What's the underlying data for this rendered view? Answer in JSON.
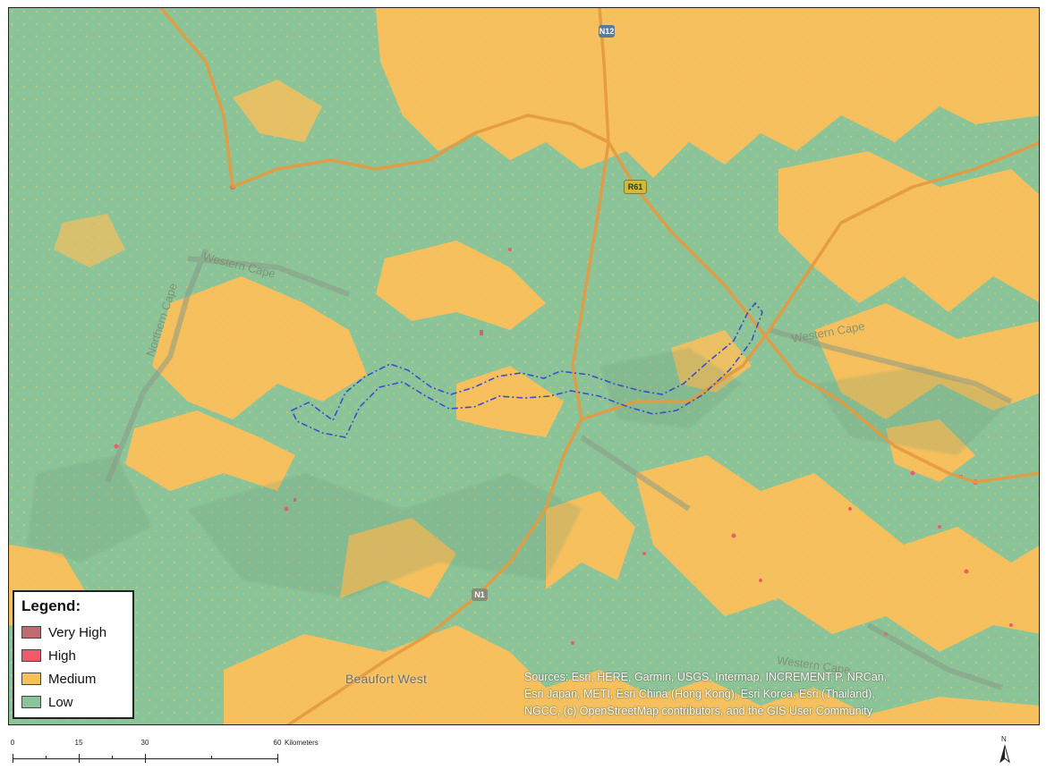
{
  "colors": {
    "low": "#8cc49a",
    "medium": "#f7c05d",
    "high": "#f05a6b",
    "very_high": "#c06b6e",
    "road": "#e59a3f",
    "route_line": "#3a4ec9",
    "border": "#8a9a86"
  },
  "legend": {
    "title": "Legend:",
    "items": [
      {
        "label": "Very High",
        "color": "#c06b6e"
      },
      {
        "label": "High",
        "color": "#f05a6b"
      },
      {
        "label": "Medium",
        "color": "#f7c05d"
      },
      {
        "label": "Low",
        "color": "#8cc49a"
      }
    ]
  },
  "places": {
    "beaufort_west": "Beaufort West",
    "western_cape_1": "Western Cape",
    "western_cape_2": "Western Cape",
    "northern_cape": "Northern Cape",
    "western_cape_3": "Western Cape"
  },
  "shields": {
    "n1": "N1",
    "r61": "R61",
    "top": "N12"
  },
  "attribution": {
    "line1": "Sources: Esri, HERE, Garmin, USGS, Intermap, INCREMENT P, NRCan,",
    "line2": "Esri Japan, METI, Esri China (Hong Kong), Esri Korea, Esri (Thailand),",
    "line3": "NGCC, (c) OpenStreetMap contributors, and the GIS User Community"
  },
  "scalebar": {
    "ticks": [
      "0",
      "15",
      "30",
      "60"
    ],
    "units": "Kilometers"
  },
  "north_arrow": {
    "label": "N",
    "icon": "north-arrow-icon"
  }
}
